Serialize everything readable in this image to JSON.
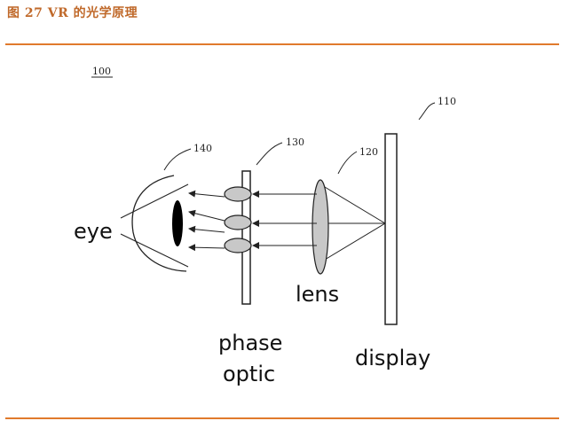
{
  "caption": "图 27 VR 的光学原理",
  "figure": {
    "ref_main": "100",
    "ref_display": "110",
    "ref_lens": "120",
    "ref_phase": "130",
    "ref_eye": "140",
    "label_eye": "eye",
    "label_lens": "lens",
    "label_phase_1": "phase",
    "label_phase_2": "optic",
    "label_display": "display"
  }
}
